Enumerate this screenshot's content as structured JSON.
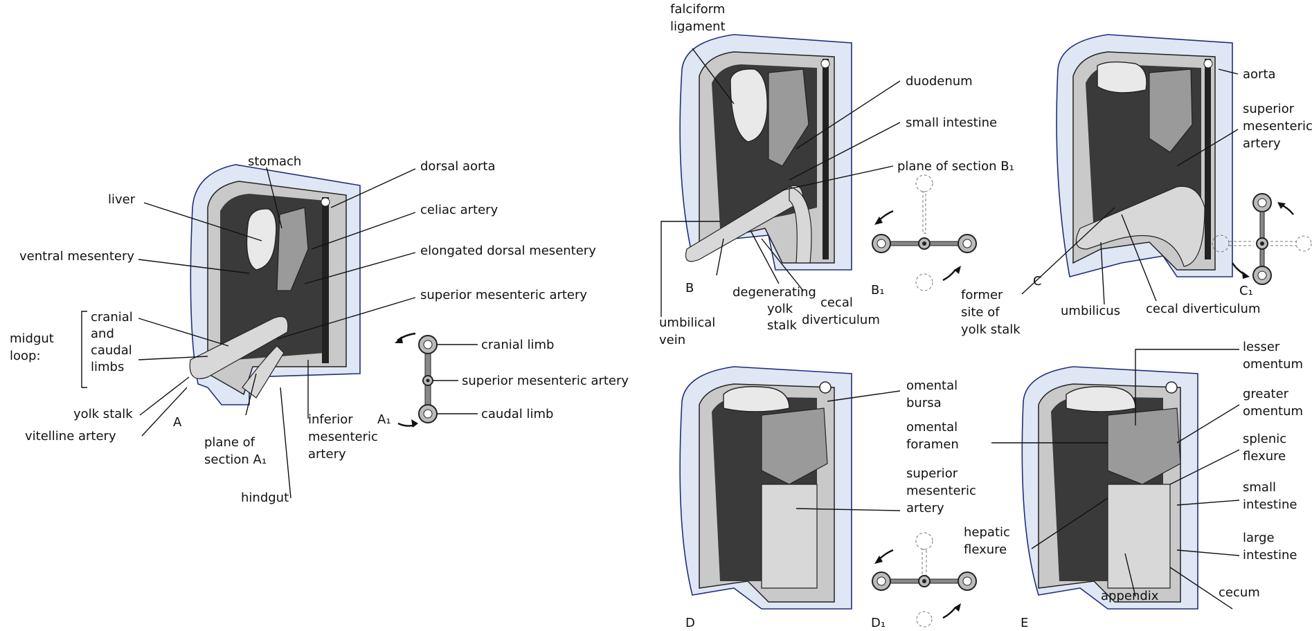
{
  "panels": {
    "A": {
      "letter": "A",
      "labels": {
        "stomach": "stomach",
        "liver": "liver",
        "ventral_mesentery": "ventral mesentery",
        "dorsal_aorta": "dorsal aorta",
        "celiac_artery": "celiac artery",
        "elongated_dorsal_mesentery": "elongated dorsal mesentery",
        "superior_mesenteric_artery": "superior mesenteric artery",
        "midgut_1": "midgut",
        "midgut_2": "loop:",
        "cranial_and_caudal_limbs_1": "cranial",
        "cranial_and_caudal_limbs_2": "and",
        "cranial_and_caudal_limbs_3": "caudal",
        "cranial_and_caudal_limbs_4": "limbs",
        "yolk_stalk": "yolk stalk",
        "vitelline_artery": "vitelline artery",
        "plane_of_section_1": "plane of",
        "plane_of_section_2": "section A₁",
        "hindgut": "hindgut",
        "inferior_mesenteric_1": "inferior",
        "inferior_mesenteric_2": "mesenteric",
        "inferior_mesenteric_3": "artery"
      }
    },
    "A1": {
      "letter": "A₁",
      "labels": {
        "cranial_limb": "cranial limb",
        "superior_mesenteric_artery": "superior mesenteric artery",
        "caudal_limb": "caudal limb"
      }
    },
    "B": {
      "letter": "B",
      "labels": {
        "falciform_1": "falciform",
        "falciform_2": "ligament",
        "duodenum": "duodenum",
        "small_intestine": "small intestine",
        "plane_of_section": "plane of section B₁",
        "degenerating_1": "degenerating",
        "degenerating_2": "yolk",
        "degenerating_3": "stalk",
        "umbilical_1": "umbilical",
        "umbilical_2": "vein",
        "cecal_1": "cecal",
        "cecal_2": "diverticulum"
      }
    },
    "B1": {
      "letter": "B₁"
    },
    "C": {
      "letter": "C",
      "labels": {
        "aorta": "aorta",
        "sma_1": "superior",
        "sma_2": "mesenteric",
        "sma_3": "artery",
        "former_1": "former",
        "former_2": "site of",
        "former_3": "yolk stalk",
        "umbilicus": "umbilicus",
        "cecal_diverticulum": "cecal diverticulum"
      }
    },
    "C1": {
      "letter": "C₁"
    },
    "D": {
      "letter": "D",
      "labels": {
        "omental_bursa_1": "omental",
        "omental_bursa_2": "bursa",
        "omental_foramen_1": "omental",
        "omental_foramen_2": "foramen",
        "sma_1": "superior",
        "sma_2": "mesenteric",
        "sma_3": "artery"
      }
    },
    "D1": {
      "letter": "D₁"
    },
    "E": {
      "letter": "E",
      "labels": {
        "lesser_1": "lesser",
        "lesser_2": "omentum",
        "greater_1": "greater",
        "greater_2": "omentum",
        "splenic_1": "splenic",
        "splenic_2": "flexure",
        "small_1": "small",
        "small_2": "intestine",
        "large_1": "large",
        "large_2": "intestine",
        "hepatic_1": "hepatic",
        "hepatic_2": "flexure",
        "appendix": "appendix",
        "cecum": "cecum"
      }
    }
  }
}
